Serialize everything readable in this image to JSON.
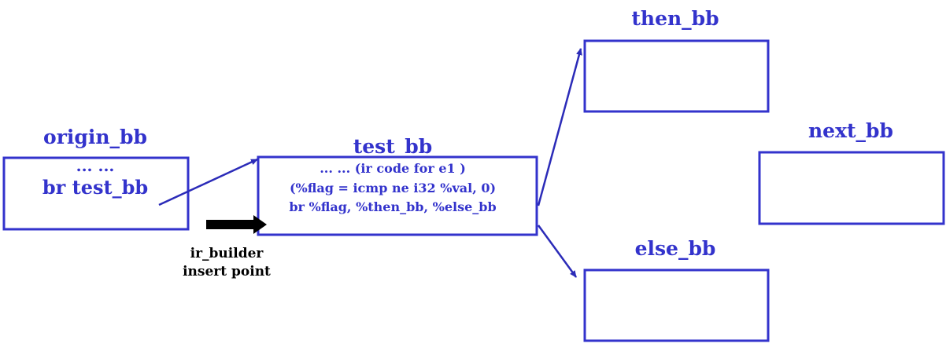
{
  "colors": {
    "block": "#3333cc",
    "pointer": "#000000"
  },
  "blocks": {
    "origin_bb": {
      "title": "origin_bb",
      "lines": [
        "... ...",
        "br test_bb"
      ]
    },
    "test_bb": {
      "title": "test_bb",
      "lines": [
        "... ... (ir code for e1 )",
        "(%flag = icmp ne i32 %val, 0)",
        "br %flag, %then_bb, %else_bb"
      ]
    },
    "then_bb": {
      "title": "then_bb"
    },
    "else_bb": {
      "title": "else_bb"
    },
    "next_bb": {
      "title": "next_bb"
    }
  },
  "insert_point": {
    "lines": [
      "ir_builder",
      "insert point"
    ]
  }
}
